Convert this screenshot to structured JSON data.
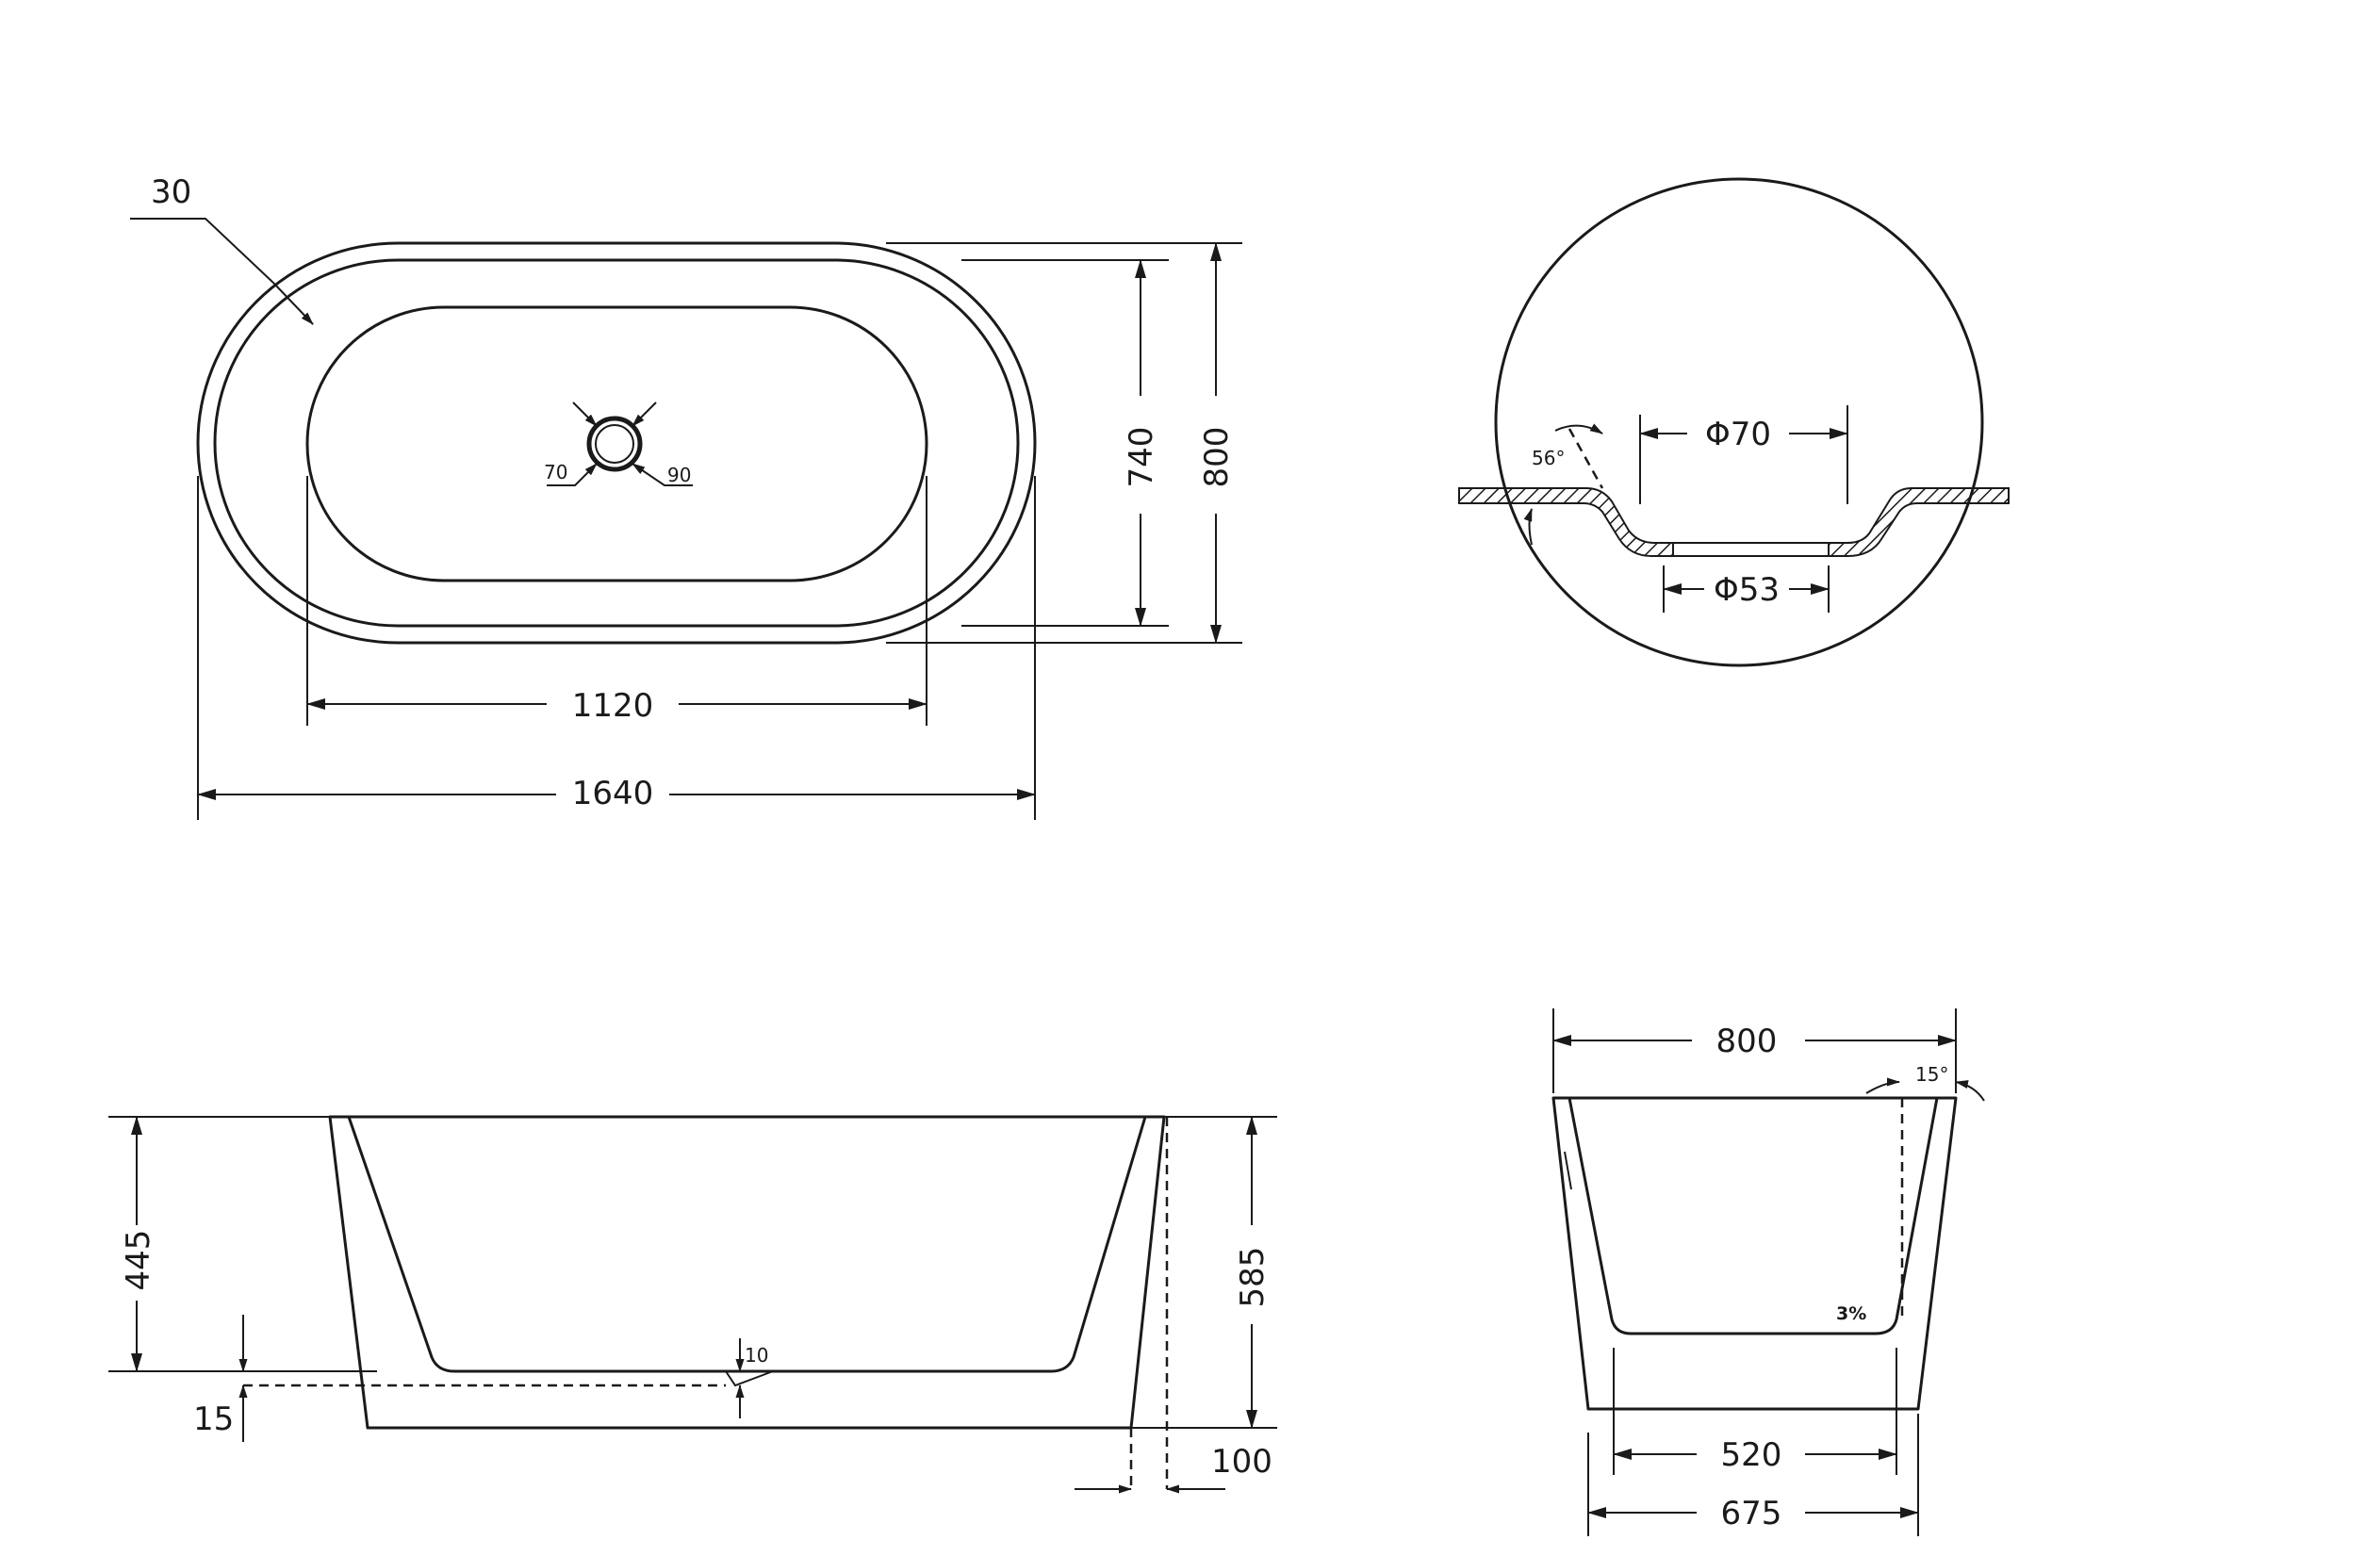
{
  "top_view": {
    "rim_label": "30",
    "inner_length": "1120",
    "outer_length": "1640",
    "inner_width": "740",
    "outer_width": "800",
    "drain_small": "70",
    "drain_large": "90"
  },
  "drain_detail": {
    "angle": "56°",
    "top_diameter": "Φ70",
    "bottom_diameter": "Φ53"
  },
  "side_view": {
    "inner_depth": "445",
    "total_height": "585",
    "base_offset": "15",
    "drain_depth": "10",
    "foot_offset": "100"
  },
  "end_view": {
    "top_width": "800",
    "slope_angle": "15°",
    "floor_slope": "3%",
    "inner_bottom": "520",
    "outer_bottom": "675"
  }
}
